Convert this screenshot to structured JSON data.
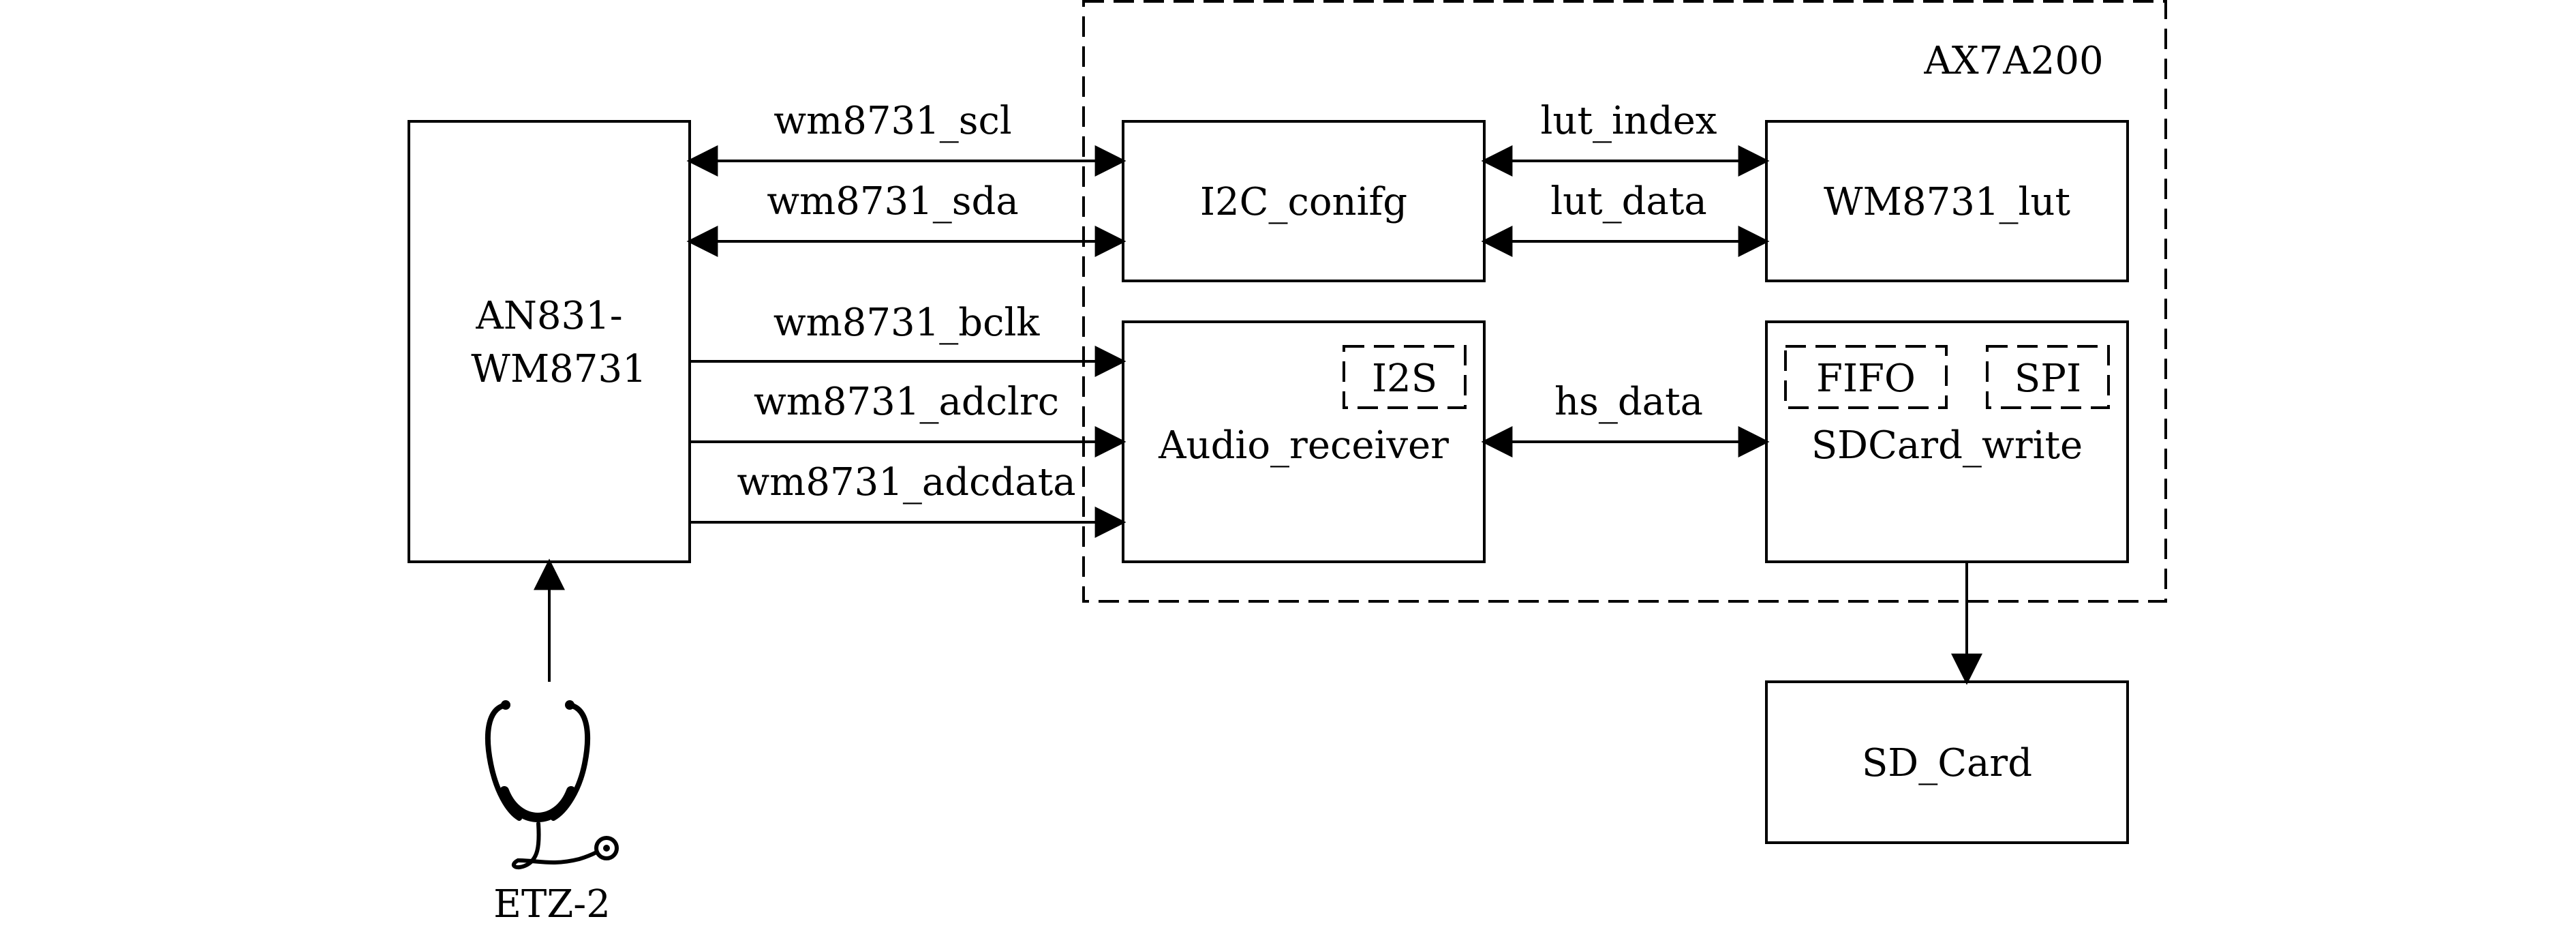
{
  "colors": {
    "stroke": "#000000",
    "background": "#ffffff"
  },
  "fpga": {
    "label": "AX7A200"
  },
  "codec": {
    "label_line1": "AN831-",
    "label_line2": "WM8731"
  },
  "stethoscope": {
    "label": "ETZ-2",
    "icon": "stethoscope-icon"
  },
  "blocks": {
    "i2c": "I2C_conifg",
    "lut": "WM8731_lut",
    "audio": "Audio_receiver",
    "i2s": "I2S",
    "sdwrite": "SDCard_write",
    "fifo": "FIFO",
    "spi": "SPI",
    "sdcard": "SD_Card"
  },
  "signals": {
    "scl": "wm8731_scl",
    "sda": "wm8731_sda",
    "bclk": "wm8731_bclk",
    "adclrc": "wm8731_adclrc",
    "adcdata": "wm8731_adcdata",
    "lut_index": "lut_index",
    "lut_data": "lut_data",
    "hs_data": "hs_data"
  }
}
